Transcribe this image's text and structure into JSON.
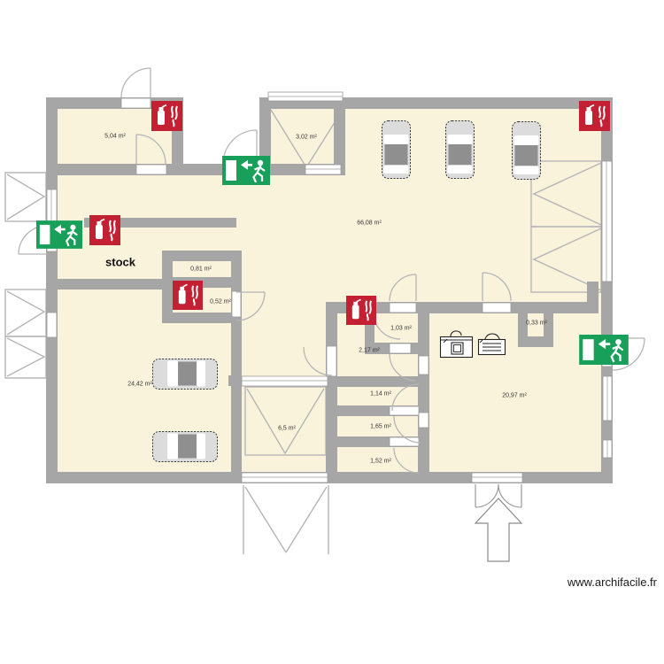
{
  "plan": {
    "title": "floor-plan",
    "zone_label": "stock",
    "rooms": [
      {
        "name": "storage-top-left",
        "label": "5,04 m²"
      },
      {
        "name": "sas-top",
        "label": "3,02 m²"
      },
      {
        "name": "main-hall",
        "label": "66,08 m²"
      },
      {
        "name": "closet-a",
        "label": "0,81 m²"
      },
      {
        "name": "closet-b",
        "label": "0,52 m²"
      },
      {
        "name": "garage",
        "label": "24,42 m²"
      },
      {
        "name": "wc-a",
        "label": "1,03 m²"
      },
      {
        "name": "hall-center",
        "label": "2,17 m²"
      },
      {
        "name": "duct",
        "label": "0,33 m²"
      },
      {
        "name": "wc-b",
        "label": "1,14 m²"
      },
      {
        "name": "wc-c",
        "label": "1,65 m²"
      },
      {
        "name": "wc-d",
        "label": "1,52 m²"
      },
      {
        "name": "sas-bottom",
        "label": "6,5 m²"
      },
      {
        "name": "living-kitchen",
        "label": "20,97 m²"
      }
    ],
    "signs": {
      "fire_extinguisher_count": 5,
      "emergency_exit_count": 3
    },
    "furniture": {
      "cars_vertical": 3,
      "cars_horizontal": 2,
      "kitchen_items": [
        "sink",
        "stove"
      ]
    },
    "watermark": "www.archifacile.fr"
  },
  "colors": {
    "room_fill": "#FAF3DC",
    "wall": "#A6A6A6",
    "symbol_line": "#B5B5B5",
    "exit_green": "#18A05B",
    "extinguisher_red": "#C32033",
    "car_body": "#DCDCDC",
    "car_roof": "#8F8F8F"
  }
}
